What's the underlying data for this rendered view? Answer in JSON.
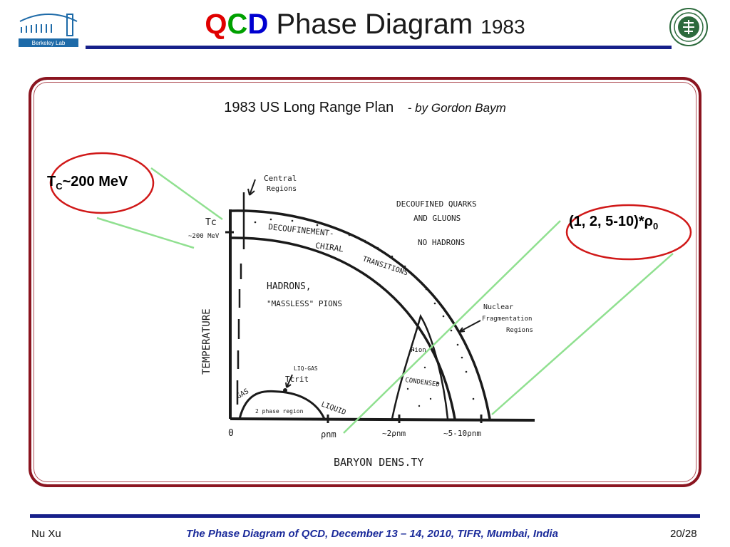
{
  "header": {
    "title_q": "Q",
    "title_c": "C",
    "title_d": "D",
    "title_main": "Phase Diagram",
    "title_year": "1983",
    "left_logo_text": "Berkeley Lab"
  },
  "plan": {
    "title": "1983 US Long Range Plan",
    "byline": "- by Gordon Baym"
  },
  "callouts": {
    "tc_main": "T",
    "tc_sub": "C",
    "tc_rest": "~200 MeV",
    "rho_main": "(1, 2, 5-10)*ρ",
    "rho_sub": "0"
  },
  "sketch": {
    "y_axis": "TEMPERATURE",
    "x_axis": "BARYON DENS.TY",
    "tc_tick": "Tc",
    "tc_value": "~200 MeV",
    "central_1": "Central",
    "central_2": "Regions",
    "deconf_1": "DECOUFINED QUARKS",
    "deconf_2": "AND GLUONS",
    "deconf_3": "NO HADRONS",
    "deconf_chiral_1": "DECOUFINEMENT-",
    "deconf_chiral_2": "CHIRAL",
    "transitions": "TRANSITIONS",
    "hadrons_1": "HADRONS,",
    "hadrons_2": "\"MASSLESS\" PIONS",
    "nuclear_1": "Nuclear",
    "nuclear_2": "Fragmentation",
    "nuclear_3": "Regions",
    "pion": "Pion",
    "condensed": "CONDENSED",
    "liq_gas_1": "LIQ-GAS",
    "liq_gas_2": "Tcrit",
    "gas": "GAS",
    "two_phase": "2 phase region",
    "liquid": "LIQUID",
    "origin": "0",
    "rho_nm": "ρnm",
    "rho_2": "~2ρnm",
    "rho_5_10": "~5-10ρnm"
  },
  "footer": {
    "author": "Nu Xu",
    "talk": "The Phase Diagram of QCD, December 13 – 14, 2010, TIFR, Mumbai, India",
    "page": "20/28"
  },
  "colors": {
    "title_rule": "#17208a",
    "frame": "#8b1520",
    "callout_ellipse": "#d01818",
    "leader_line": "#90e090",
    "footer_text": "#1a2a9a"
  }
}
